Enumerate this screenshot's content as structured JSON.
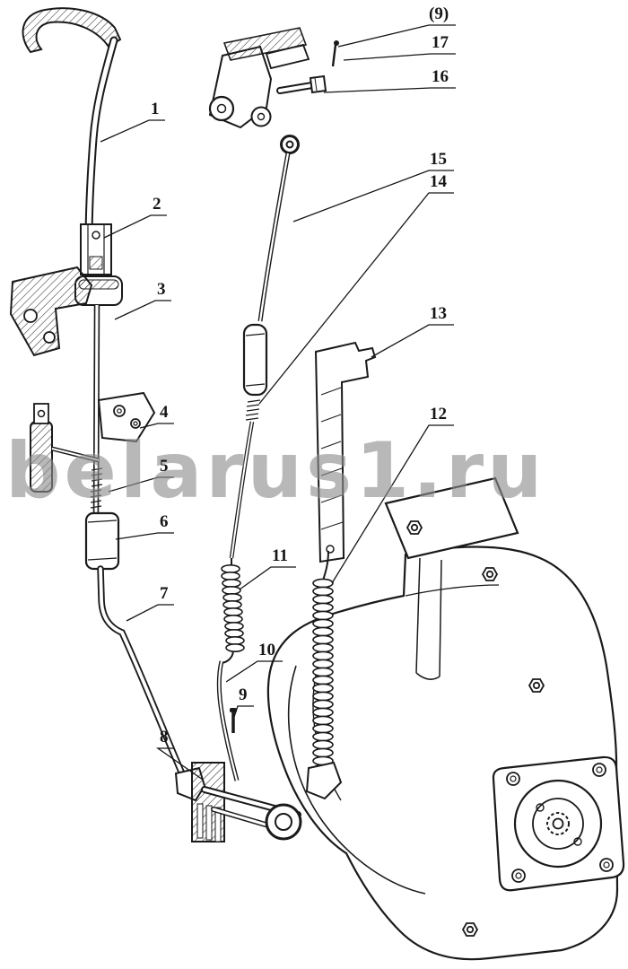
{
  "figure": {
    "watermark": "belarus1.ru",
    "callouts": [
      {
        "part": "9-ref",
        "label": "(9)"
      },
      {
        "part": "17",
        "label": "17"
      },
      {
        "part": "16",
        "label": "16"
      },
      {
        "part": "1",
        "label": "1"
      },
      {
        "part": "2",
        "label": "2"
      },
      {
        "part": "3",
        "label": "3"
      },
      {
        "part": "15",
        "label": "15"
      },
      {
        "part": "14",
        "label": "14"
      },
      {
        "part": "13",
        "label": "13"
      },
      {
        "part": "4",
        "label": "4"
      },
      {
        "part": "5",
        "label": "5"
      },
      {
        "part": "6",
        "label": "6"
      },
      {
        "part": "12",
        "label": "12"
      },
      {
        "part": "11",
        "label": "11"
      },
      {
        "part": "7",
        "label": "7"
      },
      {
        "part": "10",
        "label": "10"
      },
      {
        "part": "9",
        "label": "9"
      },
      {
        "part": "8",
        "label": "8"
      }
    ]
  }
}
